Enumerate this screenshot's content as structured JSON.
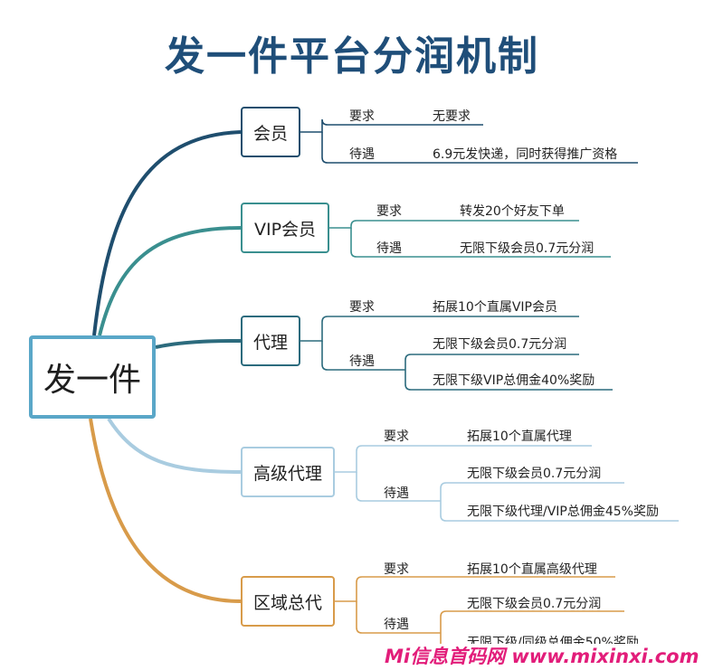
{
  "title": "发一件平台分润机制",
  "root": "发一件",
  "branches": [
    {
      "label": "会员",
      "req_label": "要求",
      "req_value": "无要求",
      "ben_label": "待遇",
      "ben_values": [
        "6.9元发快递，同时获得推广资格"
      ]
    },
    {
      "label": "VIP会员",
      "req_label": "要求",
      "req_value": "转发20个好友下单",
      "ben_label": "待遇",
      "ben_values": [
        "无限下级会员0.7元分润"
      ]
    },
    {
      "label": "代理",
      "req_label": "要求",
      "req_value": "拓展10个直属VIP会员",
      "ben_label": "待遇",
      "ben_values": [
        "无限下级会员0.7元分润",
        "无限下级VIP总佣金40%奖励"
      ]
    },
    {
      "label": "高级代理",
      "req_label": "要求",
      "req_value": "拓展10个直属代理",
      "ben_label": "待遇",
      "ben_values": [
        "无限下级会员0.7元分润",
        "无限下级代理/VIP总佣金45%奖励"
      ]
    },
    {
      "label": "区域总代",
      "req_label": "要求",
      "req_value": "拓展10个直属高级代理",
      "ben_label": "待遇",
      "ben_values": [
        "无限下级会员0.7元分润",
        "无限下级/同级总佣金50%奖励"
      ]
    }
  ],
  "watermark": "Mi信息首码网 www.mixinxi.com",
  "colors": {
    "title": "#1f4e79",
    "branch_1": "#1f4e6e",
    "branch_2": "#3a8f8f",
    "branch_3": "#2c6b7d",
    "branch_4": "#a9cce0",
    "branch_5": "#d89b4a",
    "watermark": "#e21d7a"
  }
}
